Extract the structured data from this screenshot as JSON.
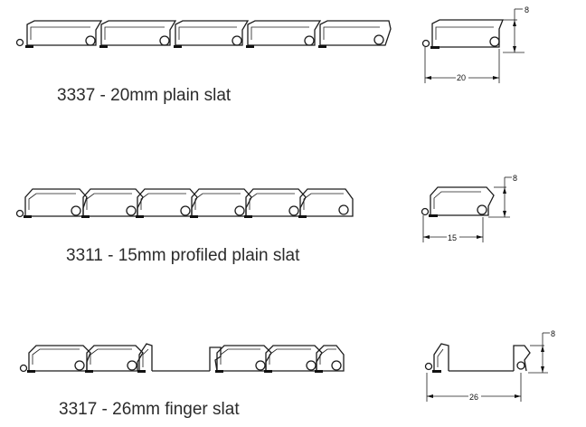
{
  "figures": [
    {
      "caption": "3337  - 20mm plain slat",
      "dim_height": "8",
      "dim_width": "20"
    },
    {
      "caption": "3311  - 15mm profiled plain slat",
      "dim_height": "8",
      "dim_width": "15"
    },
    {
      "caption": "3317  - 26mm finger slat",
      "dim_height": "8",
      "dim_width": "26"
    }
  ]
}
